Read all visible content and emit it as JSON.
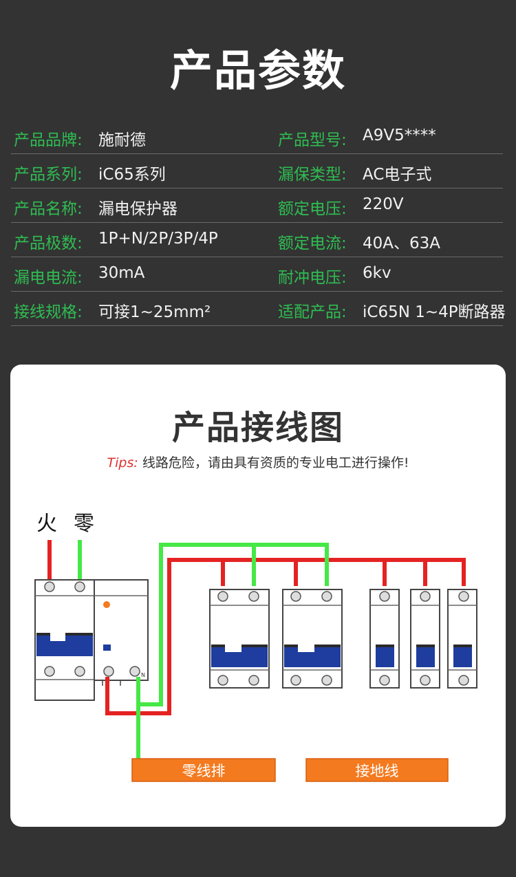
{
  "page_title": "产品参数",
  "params": [
    {
      "label1": "产品品牌:",
      "value1": "施耐德",
      "label2": "产品型号:",
      "value2": "A9V5****"
    },
    {
      "label1": "产品系列:",
      "value1": "iC65系列",
      "label2": "漏保类型:",
      "value2": "AC电子式"
    },
    {
      "label1": "产品名称:",
      "value1": "漏电保护器",
      "label2": "额定电压:",
      "value2": "220V"
    },
    {
      "label1": "产品极数:",
      "value1": "1P+N/2P/3P/4P",
      "label2": "额定电流:",
      "value2": "40A、63A"
    },
    {
      "label1": "漏电电流:",
      "value1": "30mA",
      "label2": "耐冲电压:",
      "value2": "6kv"
    },
    {
      "label1": "接线规格:",
      "value1": "可接1~25mm²",
      "label2": "适配产品:",
      "value2": "iC65N 1~4P断路器"
    }
  ],
  "wiring": {
    "title": "产品接线图",
    "tips_tag": "Tips:",
    "tips_text": "线路危险，请由具有资质的专业电工进行操作!",
    "live_label": "火",
    "neutral_label": "零",
    "rcd_n_label": "N",
    "neutral_bar_label": "零线排",
    "ground_label": "接地线"
  },
  "colors": {
    "background": "#333333",
    "label_green": "#2fbd52",
    "wire_red": "#e52222",
    "wire_green": "#45e845",
    "breaker_blue": "#1f3d9e",
    "bar_orange": "#f47a1f"
  }
}
